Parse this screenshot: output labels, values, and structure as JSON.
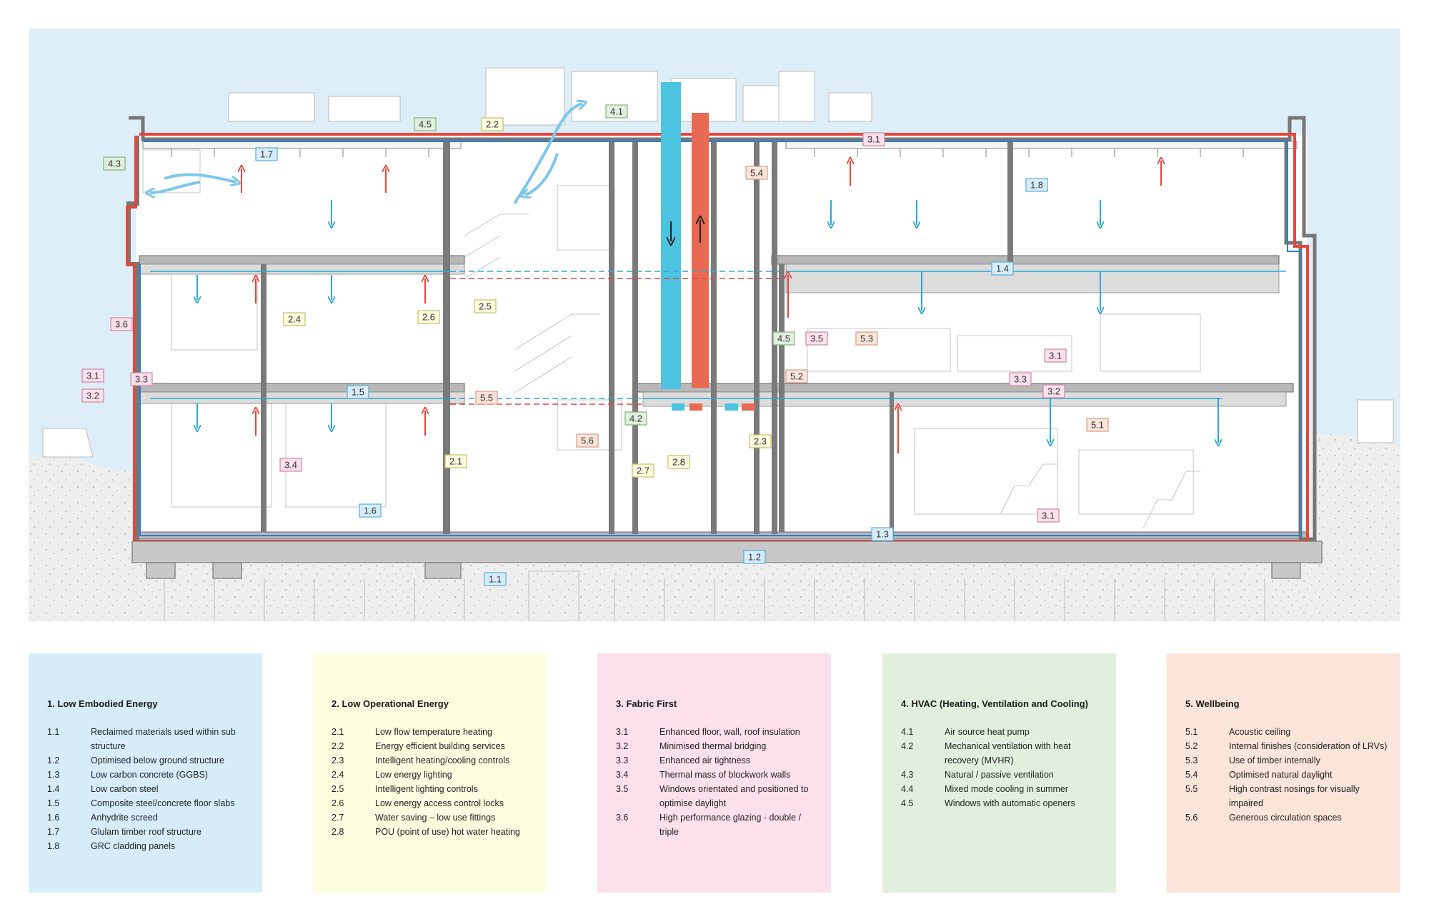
{
  "labels": [
    {
      "text": "4.3",
      "group": 4
    },
    {
      "text": "1.7",
      "group": 1
    },
    {
      "text": "4.5",
      "group": 4
    },
    {
      "text": "2.2",
      "group": 2
    },
    {
      "text": "4.1",
      "group": 4
    },
    {
      "text": "3.1",
      "group": 3
    },
    {
      "text": "5.4",
      "group": 5
    },
    {
      "text": "1.8",
      "group": 1
    },
    {
      "text": "1.4",
      "group": 1
    },
    {
      "text": "3.6",
      "group": 3
    },
    {
      "text": "2.4",
      "group": 2
    },
    {
      "text": "2.6",
      "group": 2
    },
    {
      "text": "2.5",
      "group": 2
    },
    {
      "text": "4.5",
      "group": 4
    },
    {
      "text": "3.5",
      "group": 3
    },
    {
      "text": "5.3",
      "group": 5
    },
    {
      "text": "3.1",
      "group": 3
    },
    {
      "text": "3.1",
      "group": 3
    },
    {
      "text": "3.3",
      "group": 3
    },
    {
      "text": "5.2",
      "group": 5
    },
    {
      "text": "3.3",
      "group": 3
    },
    {
      "text": "3.2",
      "group": 3
    },
    {
      "text": "1.5",
      "group": 1
    },
    {
      "text": "5.5",
      "group": 5
    },
    {
      "text": "3.2",
      "group": 3
    },
    {
      "text": "4.2",
      "group": 4
    },
    {
      "text": "5.6",
      "group": 5
    },
    {
      "text": "2.3",
      "group": 2
    },
    {
      "text": "5.1",
      "group": 5
    },
    {
      "text": "2.1",
      "group": 2
    },
    {
      "text": "2.8",
      "group": 2
    },
    {
      "text": "2.7",
      "group": 2
    },
    {
      "text": "3.4",
      "group": 3
    },
    {
      "text": "1.6",
      "group": 1
    },
    {
      "text": "3.1",
      "group": 3
    },
    {
      "text": "1.3",
      "group": 1
    },
    {
      "text": "1.2",
      "group": 1
    },
    {
      "text": "1.1",
      "group": 1
    }
  ],
  "legend": [
    {
      "title": "1. Low Embodied Energy",
      "items": [
        {
          "num": "1.1",
          "text": "Reclaimed materials used within sub structure"
        },
        {
          "num": "1.2",
          "text": "Optimised below ground structure"
        },
        {
          "num": "1.3",
          "text": "Low carbon concrete (GGBS)"
        },
        {
          "num": "1.4",
          "text": "Low carbon steel"
        },
        {
          "num": "1.5",
          "text": "Composite steel/concrete floor slabs"
        },
        {
          "num": "1.6",
          "text": "Anhydrite screed"
        },
        {
          "num": "1.7",
          "text": "Glulam timber roof structure"
        },
        {
          "num": "1.8",
          "text": "GRC cladding panels"
        }
      ]
    },
    {
      "title": "2. Low Operational Energy",
      "items": [
        {
          "num": "2.1",
          "text": "Low flow temperature heating"
        },
        {
          "num": "2.2",
          "text": "Energy efficient building services"
        },
        {
          "num": "2.3",
          "text": "Intelligent heating/cooling controls"
        },
        {
          "num": "2.4",
          "text": "Low energy lighting"
        },
        {
          "num": "2.5",
          "text": "Intelligent lighting controls"
        },
        {
          "num": "2.6",
          "text": "Low energy access control locks"
        },
        {
          "num": "2.7",
          "text": "Water saving – low use fittings"
        },
        {
          "num": "2.8",
          "text": "POU (point of use) hot water heating"
        }
      ]
    },
    {
      "title": "3. Fabric First",
      "items": [
        {
          "num": "3.1",
          "text": "Enhanced floor, wall, roof insulation"
        },
        {
          "num": "3.2",
          "text": "Minimised thermal bridging"
        },
        {
          "num": "3.3",
          "text": "Enhanced air tightness"
        },
        {
          "num": "3.4",
          "text": "Thermal mass of blockwork walls"
        },
        {
          "num": "3.5",
          "text": "Windows orientated and positioned to optimise daylight"
        },
        {
          "num": "3.6",
          "text": "High performance glazing - double / triple"
        }
      ]
    },
    {
      "title": "4. HVAC (Heating, Ventilation and Cooling)",
      "items": [
        {
          "num": "4.1",
          "text": "Air source heat pump"
        },
        {
          "num": "4.2",
          "text": "Mechanical ventilation with heat recovery (MVHR)"
        },
        {
          "num": "4.3",
          "text": "Natural / passive ventilation"
        },
        {
          "num": "4.4",
          "text": "Mixed mode cooling in summer"
        },
        {
          "num": "4.5",
          "text": "Windows with automatic openers"
        }
      ]
    },
    {
      "title": "5. Wellbeing",
      "items": [
        {
          "num": "5.1",
          "text": "Acoustic ceiling"
        },
        {
          "num": "5.2",
          "text": "Internal finishes (consideration of LRVs)"
        },
        {
          "num": "5.3",
          "text": "Use of timber internally"
        },
        {
          "num": "5.4",
          "text": "Optimised natural daylight"
        },
        {
          "num": "5.5",
          "text": "High contrast nosings for visually impaired"
        },
        {
          "num": "5.6",
          "text": "Generous circulation spaces"
        }
      ]
    }
  ],
  "colors": {
    "group1": "#d6edf9",
    "group1_border": "#5aaed6",
    "group2": "#fdfde0",
    "group2_border": "#c7bf6a",
    "group3": "#fce0ec",
    "group3_border": "#c98aa6",
    "group4": "#e2efdf",
    "group4_border": "#88b07f",
    "group5": "#fbe4d9",
    "group5_border": "#d49d85",
    "sky": "#ddeef8",
    "ground": "#eeeeee",
    "insulation_red": "#e8463a",
    "vent_blue": "#2aa9d4",
    "supply_duct": "#4cc3e0",
    "extract_duct": "#e86a52"
  }
}
